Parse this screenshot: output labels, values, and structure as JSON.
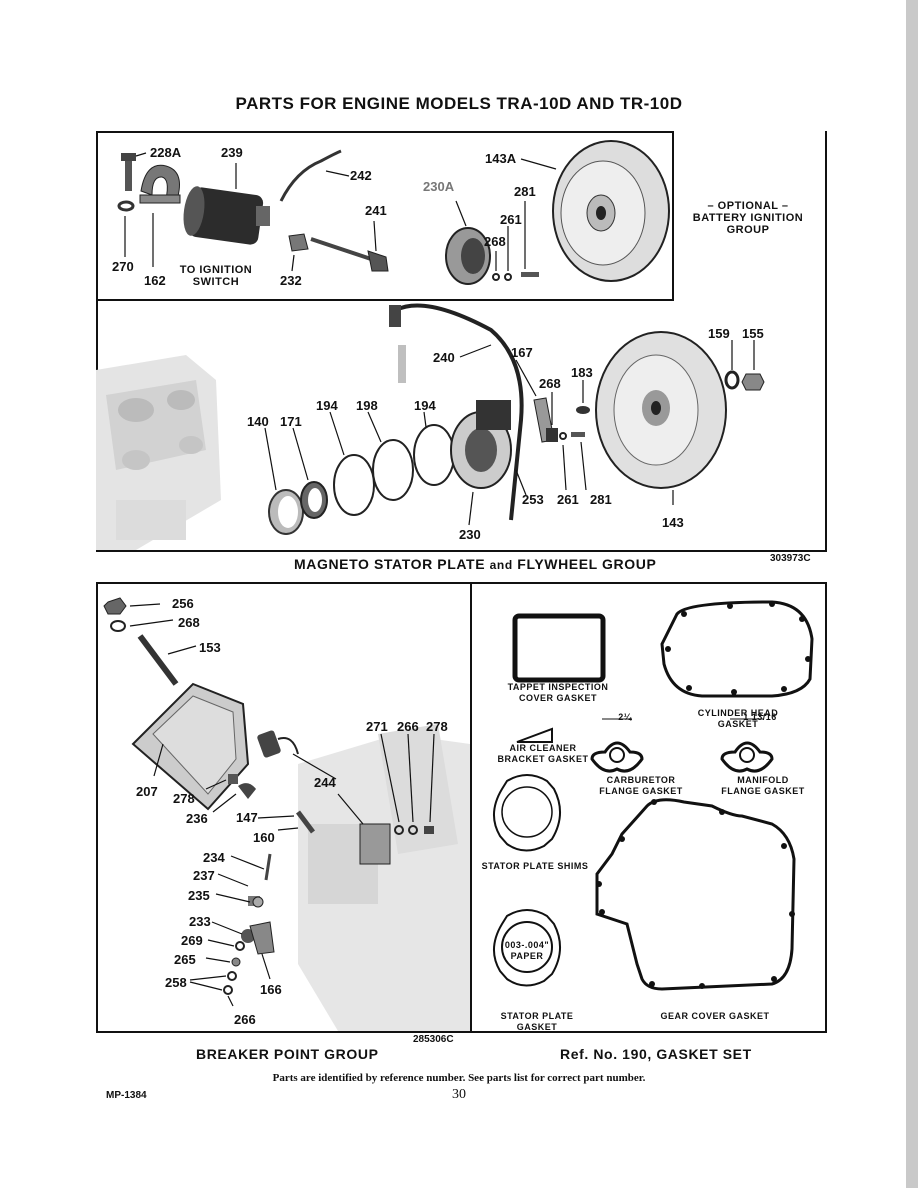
{
  "title": "PARTS FOR ENGINE MODELS TRA-10D AND TR-10D",
  "battery_group": {
    "labels": {
      "228A": "228A",
      "239": "239",
      "242": "242",
      "143A": "143A",
      "230A": "230A",
      "281": "281",
      "261": "261",
      "268": "268",
      "241": "241",
      "270": "270",
      "162": "162",
      "232": "232"
    },
    "to_ignition": "TO IGNITION",
    "switch": "SWITCH",
    "optional_1": "– OPTIONAL –",
    "optional_2": "BATTERY IGNITION",
    "optional_3": "GROUP"
  },
  "magneto_group": {
    "labels": {
      "240": "240",
      "167": "167",
      "159": "159",
      "155": "155",
      "268": "268",
      "183": "183",
      "194a": "194",
      "198": "198",
      "194b": "194",
      "140": "140",
      "171": "171",
      "253": "253",
      "261": "261",
      "281": "281",
      "230": "230",
      "143": "143"
    },
    "caption_prefix": "MAGNETO STATOR PLATE",
    "caption_and": "and",
    "caption_suffix": "FLYWHEEL GROUP",
    "ref_code": "303973C"
  },
  "breaker_group": {
    "labels": {
      "256": "256",
      "268": "268",
      "153": "153",
      "271": "271",
      "266": "266",
      "278": "278",
      "207": "207",
      "278b": "278",
      "244": "244",
      "236": "236",
      "147": "147",
      "160": "160",
      "234": "234",
      "237": "237",
      "235": "235",
      "233": "233",
      "269": "269",
      "265": "265",
      "258": "258",
      "166": "166",
      "266b": "266"
    },
    "ref_code": "285306C",
    "caption": "BREAKER POINT GROUP"
  },
  "gasket_set": {
    "tappet_1": "TAPPET INSPECTION",
    "tappet_2": "COVER GASKET",
    "cylinder_head": "CYLINDER HEAD GASKET",
    "air_cleaner_1": "AIR CLEANER",
    "air_cleaner_2": "BRACKET GASKET",
    "carb_1": "CARBURETOR",
    "carb_2": "FLANGE GASKET",
    "manifold_1": "MANIFOLD",
    "manifold_2": "FLANGE GASKET",
    "dim_carb": "2¼",
    "dim_manifold": "1 13/16",
    "stator_shims": "STATOR PLATE SHIMS",
    "paper_1": "003-.004\"",
    "paper_2": "PAPER",
    "stator_gasket": "STATOR PLATE GASKET",
    "gear_cover": "GEAR COVER GASKET",
    "caption": "Ref. No. 190, GASKET SET"
  },
  "footer": {
    "note": "Parts are identified by reference number. See parts list for correct part number.",
    "doc_code": "MP-1384",
    "page_number": "30"
  }
}
